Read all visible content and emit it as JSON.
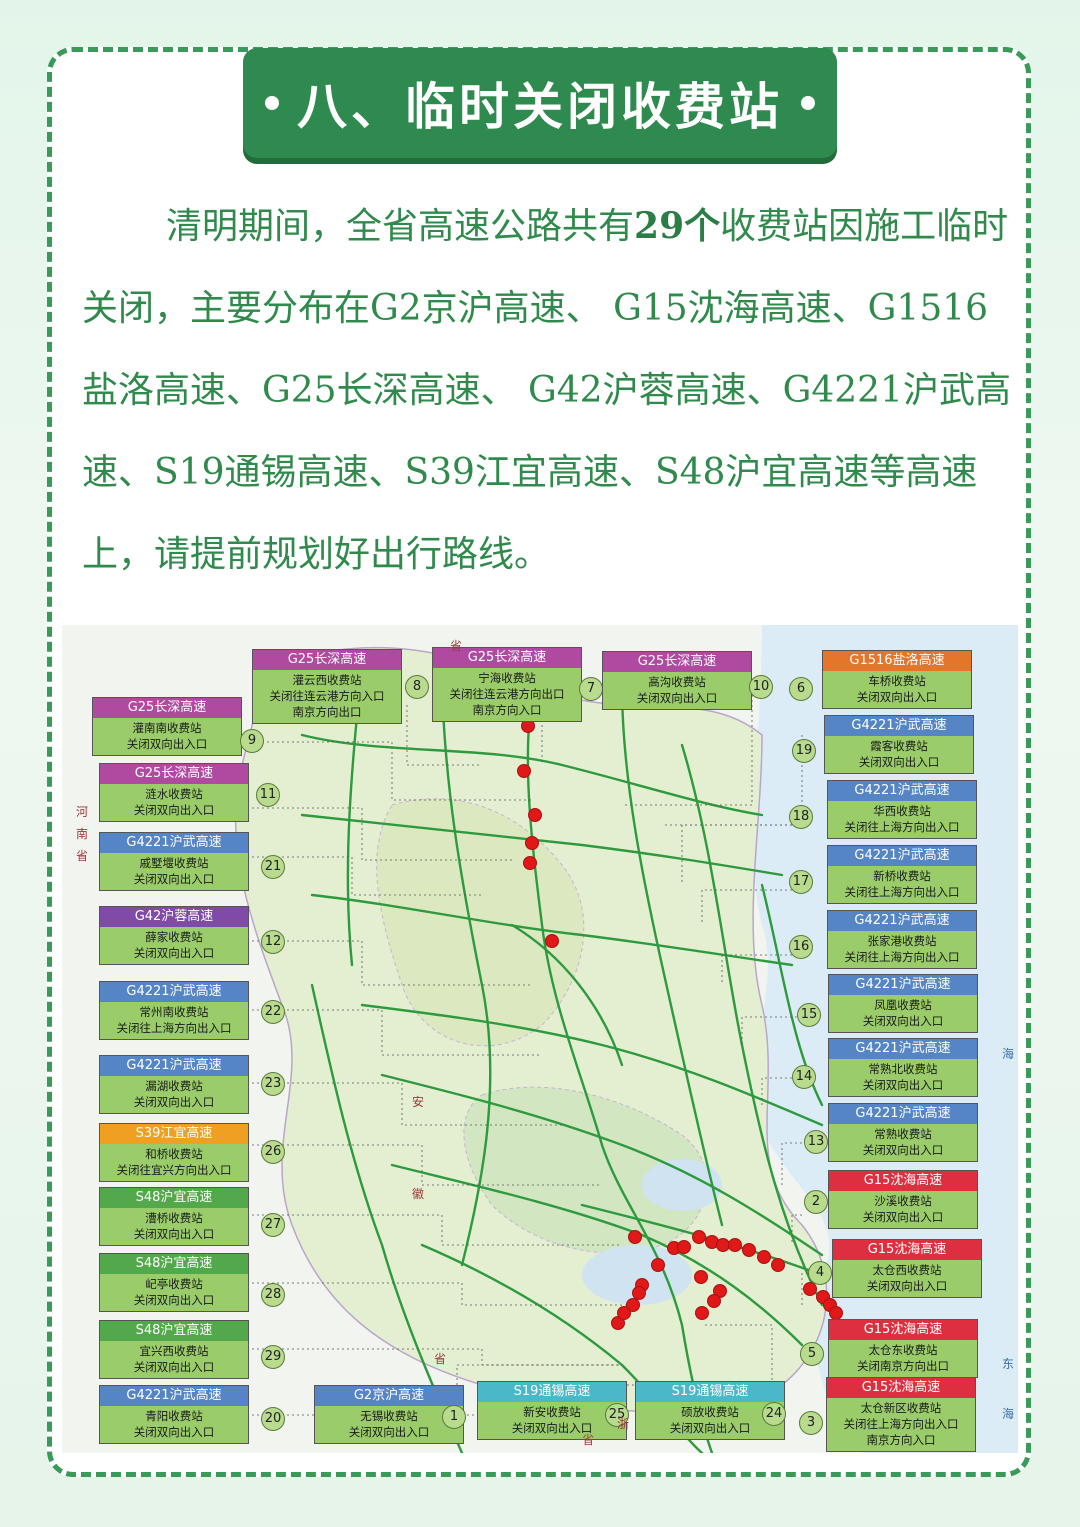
{
  "title": "八、临时关闭收费站",
  "intro": {
    "p1": "清明期间，全省高速公路共有",
    "count": "29个",
    "p2": "收费站因施工临时关闭，主要分布在G2京沪高速、 G15沈海高速、G1516盐洛高速、G25长深高速、 G42沪蓉高速、G4221沪武高速、S19通锡高速、S39江宜高速、S48沪宜高速等高速上，请提前规划好出行路线。"
  },
  "map": {
    "colors": {
      "green": "#2d9a3e",
      "red": "#e01818",
      "sea": "#dcecf6",
      "land": "#dcebc4"
    },
    "place_labels": [
      "省",
      "河",
      "南",
      "省",
      "海",
      "东",
      "海",
      "安",
      "徽",
      "省",
      "浙",
      "省"
    ],
    "stations": [
      {
        "num": "9",
        "road": "G25长深高速",
        "name": "灌南南收费站",
        "note": "关闭双向出入口",
        "color": "magenta"
      },
      {
        "num": "11",
        "road": "G25长深高速",
        "name": "涟水收费站",
        "note": "关闭双向出入口",
        "color": "magenta"
      },
      {
        "num": "21",
        "road": "G4221沪武高速",
        "name": "戚墅堰收费站",
        "note": "关闭双向出入口",
        "color": "blue"
      },
      {
        "num": "12",
        "road": "G42沪蓉高速",
        "name": "薛家收费站",
        "note": "关闭双向出入口",
        "color": "purple"
      },
      {
        "num": "22",
        "road": "G4221沪武高速",
        "name": "常州南收费站",
        "note": "关闭往上海方向出入口",
        "color": "blue"
      },
      {
        "num": "23",
        "road": "G4221沪武高速",
        "name": "漏湖收费站",
        "note": "关闭双向出入口",
        "color": "blue"
      },
      {
        "num": "26",
        "road": "S39江宜高速",
        "name": "和桥收费站",
        "note": "关闭往宜兴方向出入口",
        "color": "orange"
      },
      {
        "num": "27",
        "road": "S48沪宜高速",
        "name": "漕桥收费站",
        "note": "关闭双向出入口",
        "color": "green"
      },
      {
        "num": "28",
        "road": "S48沪宜高速",
        "name": "屺亭收费站",
        "note": "关闭双向出入口",
        "color": "green"
      },
      {
        "num": "29",
        "road": "S48沪宜高速",
        "name": "宜兴西收费站",
        "note": "关闭双向出入口",
        "color": "green"
      },
      {
        "num": "20",
        "road": "G4221沪武高速",
        "name": "青阳收费站",
        "note": "关闭双向出入口",
        "color": "blue"
      },
      {
        "num": "8",
        "road": "G25长深高速",
        "name": "灌云西收费站",
        "note": "关闭往连云港方向入口",
        "note2": "南京方向出口",
        "color": "magenta"
      },
      {
        "num": "7",
        "road": "G25长深高速",
        "name": "宁海收费站",
        "note": "关闭往连云港方向出口",
        "note2": "南京方向入口",
        "color": "magenta"
      },
      {
        "num": "10",
        "road": "G25长深高速",
        "name": "高沟收费站",
        "note": "关闭双向出入口",
        "color": "magenta"
      },
      {
        "num": "6",
        "road": "G1516盐洛高速",
        "name": "车桥收费站",
        "note": "关闭双向出入口",
        "color": "deeporange"
      },
      {
        "num": "19",
        "road": "G4221沪武高速",
        "name": "霞客收费站",
        "note": "关闭双向出入口",
        "color": "blue"
      },
      {
        "num": "18",
        "road": "G4221沪武高速",
        "name": "华西收费站",
        "note": "关闭往上海方向出入口",
        "color": "blue"
      },
      {
        "num": "17",
        "road": "G4221沪武高速",
        "name": "新桥收费站",
        "note": "关闭往上海方向出入口",
        "color": "blue"
      },
      {
        "num": "16",
        "road": "G4221沪武高速",
        "name": "张家港收费站",
        "note": "关闭往上海方向出入口",
        "color": "blue"
      },
      {
        "num": "15",
        "road": "G4221沪武高速",
        "name": "凤凰收费站",
        "note": "关闭双向出入口",
        "color": "blue"
      },
      {
        "num": "14",
        "road": "G4221沪武高速",
        "name": "常熟北收费站",
        "note": "关闭双向出入口",
        "color": "blue"
      },
      {
        "num": "13",
        "road": "G4221沪武高速",
        "name": "常熟收费站",
        "note": "关闭双向出入口",
        "color": "blue"
      },
      {
        "num": "2",
        "road": "G15沈海高速",
        "name": "沙溪收费站",
        "note": "关闭双向出入口",
        "color": "red"
      },
      {
        "num": "4",
        "road": "G15沈海高速",
        "name": "太仓西收费站",
        "note": "关闭双向出入口",
        "color": "red"
      },
      {
        "num": "5",
        "road": "G15沈海高速",
        "name": "太仓东收费站",
        "note": "关闭南京方向出口",
        "color": "red"
      },
      {
        "num": "3",
        "road": "G15沈海高速",
        "name": "太仓新区收费站",
        "note": "关闭往上海方向出入口",
        "note2": "南京方向入口",
        "color": "red"
      },
      {
        "num": "1",
        "road": "G2京沪高速",
        "name": "无锡收费站",
        "note": "关闭双向出入口",
        "color": "blue"
      },
      {
        "num": "25",
        "road": "S19通锡高速",
        "name": "新安收费站",
        "note": "关闭双向出入口",
        "color": "cyan"
      },
      {
        "num": "24",
        "road": "S19通锡高速",
        "name": "硕放收费站",
        "note": "关闭双向出入口",
        "color": "cyan"
      }
    ]
  }
}
